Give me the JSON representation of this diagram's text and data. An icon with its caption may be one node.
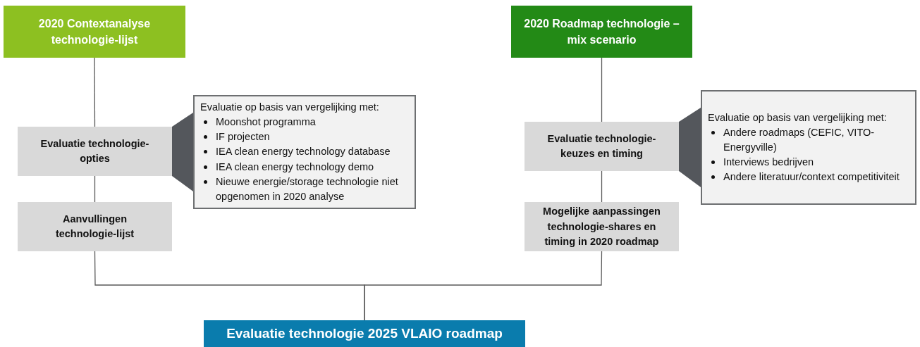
{
  "diagram": {
    "nodes": [
      {
        "text": [
          "2020 Contextanalyse technologie-lijst"
        ]
      },
      {
        "text": [
          "Evaluatie technologie-opties"
        ]
      },
      {
        "text": [
          "Evaluatie op basis van vergelijking met:",
          "Moonshot programma",
          "IF projecten",
          "IEA clean energy technology database",
          "IEA clean energy technology demo",
          "Nieuwe energie/storage technologie niet opgenomen in 2020 analyse"
        ]
      },
      {
        "text": [],
        "shape": "trapezoid"
      },
      {
        "text": [
          "Aanvullingen technologie-lijst"
        ]
      },
      {
        "text": [
          "2020 Roadmap technologie – mix scenario"
        ]
      },
      {
        "text": [
          "Evaluatie technologie-keuzes en timing"
        ]
      },
      {
        "text": [
          "Evaluatie op basis van vergelijking met:",
          "Andere roadmaps (CEFIC, VITO-Energyville)",
          "Interviews bedrijven",
          "Andere literatuur/context competitiviteit"
        ]
      },
      {
        "text": [],
        "shape": "trapezoid"
      },
      {
        "text": [
          "Mogelijke aanpassingen technologie-shares en timing in 2020 roadmap"
        ]
      },
      {
        "text": [
          "Evaluatie technologie 2025 VLAIO roadmap"
        ]
      }
    ],
    "edges": [
      {
        "from": 0,
        "to": 1,
        "arrow": "none"
      },
      {
        "from": 1,
        "to": 4,
        "arrow": "none"
      },
      {
        "from": 4,
        "to": 10,
        "arrow": "none"
      },
      {
        "from": 5,
        "to": 6,
        "arrow": "none"
      },
      {
        "from": 6,
        "to": 9,
        "arrow": "none"
      },
      {
        "from": 9,
        "to": 10,
        "arrow": "none"
      }
    ]
  }
}
